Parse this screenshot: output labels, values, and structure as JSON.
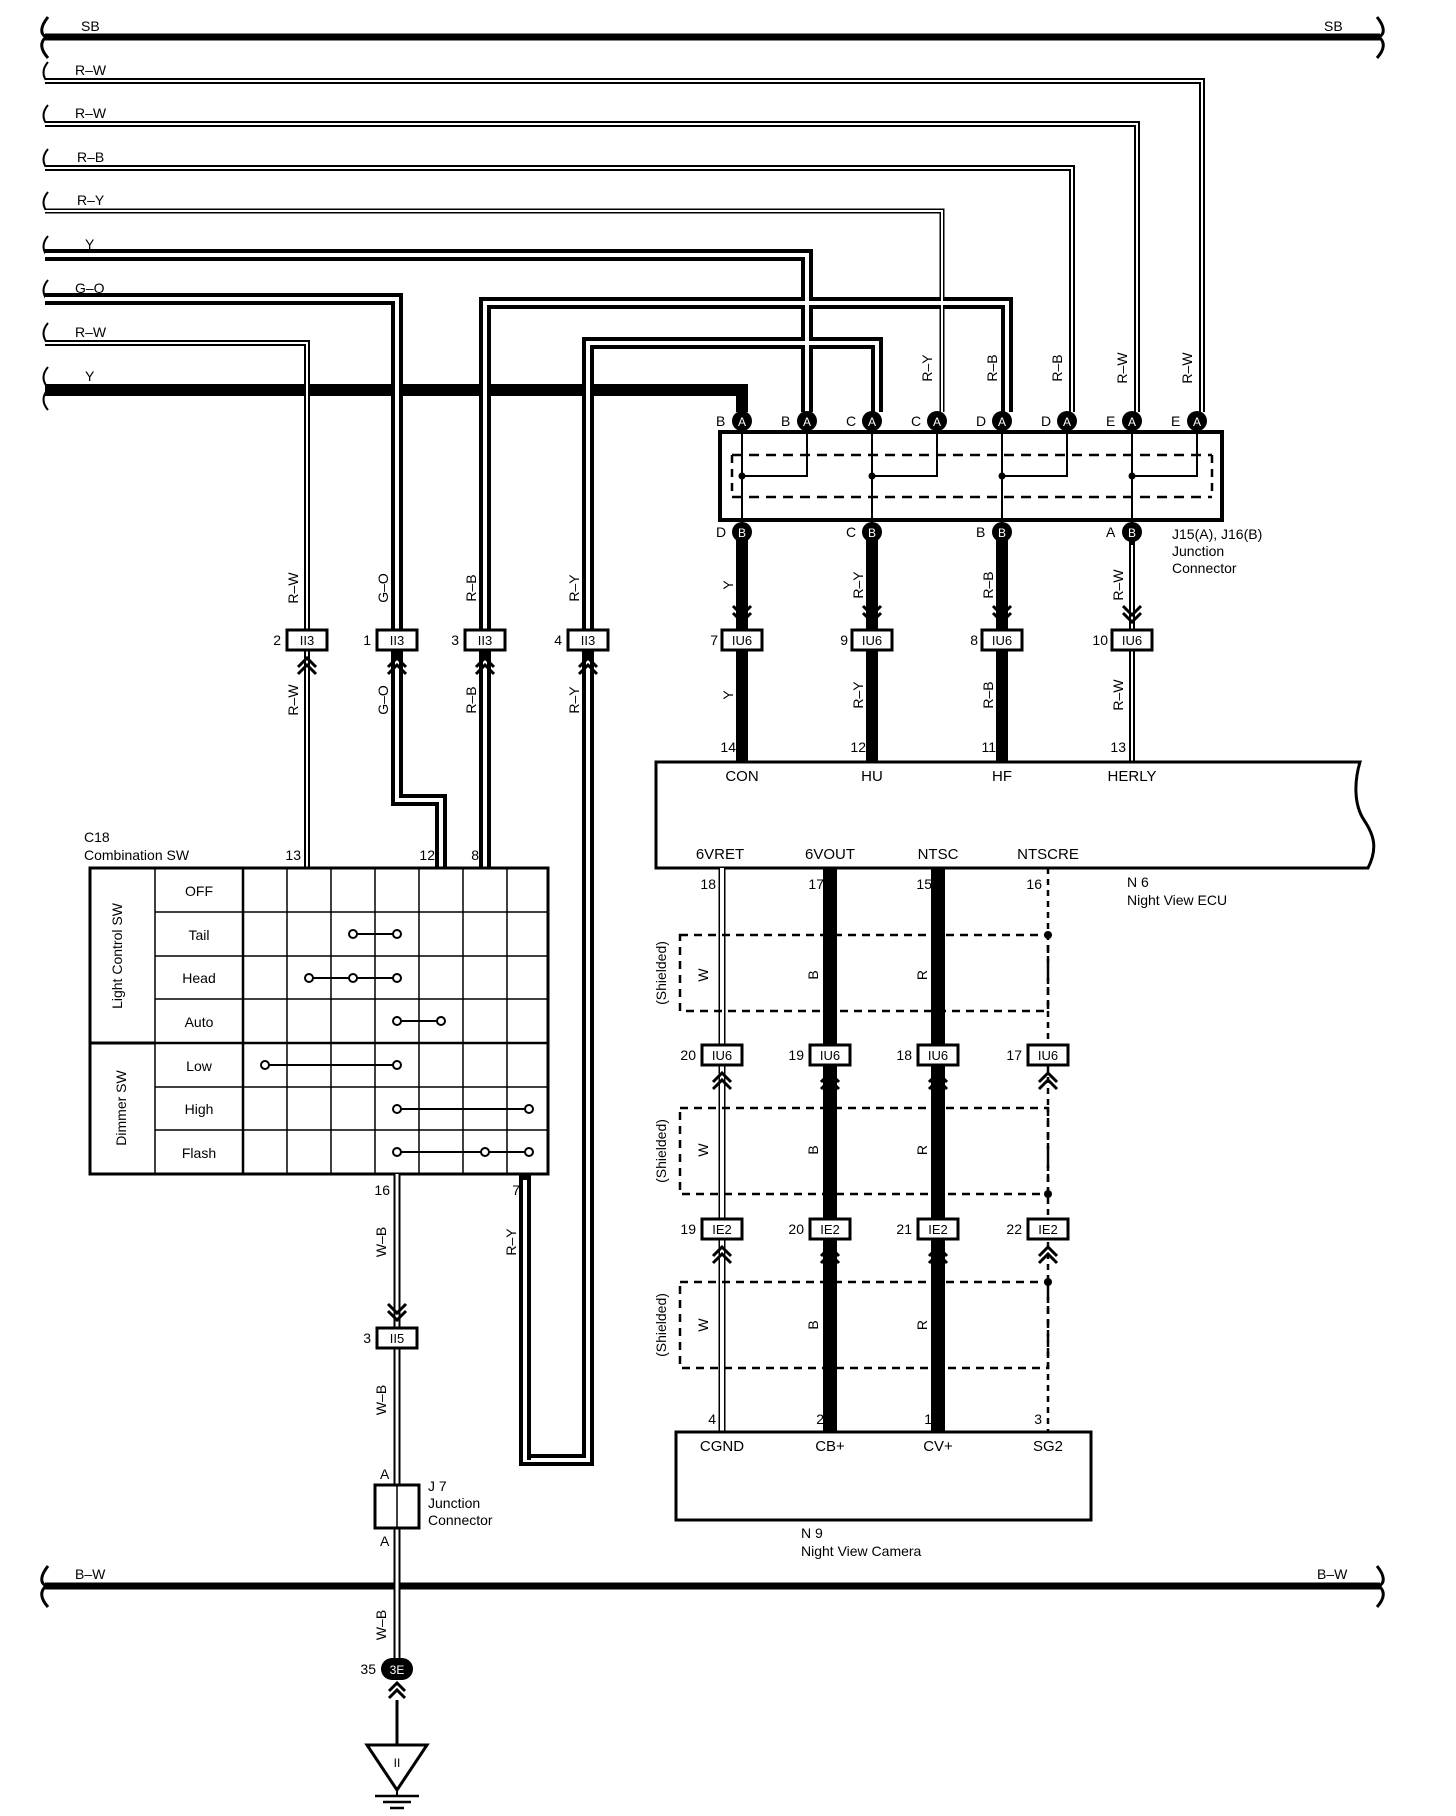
{
  "bus_labels": {
    "sb_left": "SB",
    "sb_right": "SB",
    "bw_left": "B–W",
    "bw_right": "B–W"
  },
  "left_wire_labels": [
    "R–W",
    "R–W",
    "R–B",
    "R–Y",
    "Y",
    "G–O",
    "R–W",
    "Y"
  ],
  "junction_connector": {
    "label_line1": "J15(A), J16(B)",
    "label_line2": "Junction",
    "label_line3": "Connector",
    "top_pins": [
      "B",
      "B",
      "C",
      "C",
      "D",
      "D",
      "E",
      "E"
    ],
    "top_connector": "A",
    "top_wire_labels": [
      "R–Y",
      "R–B",
      "R–B",
      "R–W",
      "R–W"
    ],
    "bottom_pins": [
      "D",
      "C",
      "B",
      "A"
    ],
    "bottom_connector": "B"
  },
  "ii3_connectors": {
    "name": "II3",
    "pins": [
      "2",
      "1",
      "3",
      "4"
    ],
    "upper_labels": [
      "R–W",
      "G–O",
      "R–B",
      "R–Y"
    ],
    "lower_labels": [
      "R–W",
      "G–O",
      "R–B",
      "R–Y"
    ]
  },
  "iu6_upper": {
    "name": "IU6",
    "pins": [
      "7",
      "9",
      "8",
      "10"
    ],
    "upper_labels": [
      "Y",
      "R–Y",
      "R–B",
      "R–W"
    ],
    "lower_labels": [
      "Y",
      "R–Y",
      "R–B",
      "R–W"
    ]
  },
  "ecu": {
    "id": "N 6",
    "name": "Night View ECU",
    "top_pins": [
      "14",
      "12",
      "11",
      "13"
    ],
    "top_terminals": [
      "CON",
      "HU",
      "HF",
      "HERLY"
    ],
    "bottom_terminals": [
      "6VRET",
      "6VOUT",
      "NTSC",
      "NTSCRE"
    ],
    "bottom_pins": [
      "18",
      "17",
      "15",
      "16"
    ]
  },
  "shield": {
    "label": "(Shielded)",
    "wire_labels": [
      "W",
      "B",
      "R"
    ]
  },
  "iu6_lower": {
    "name": "IU6",
    "pins": [
      "20",
      "19",
      "18",
      "17"
    ]
  },
  "ie2": {
    "name": "IE2",
    "pins": [
      "19",
      "20",
      "21",
      "22"
    ]
  },
  "camera": {
    "id": "N 9",
    "name": "Night View Camera",
    "pins": [
      "4",
      "2",
      "1",
      "3"
    ],
    "terminals": [
      "CGND",
      "CB+",
      "CV+",
      "SG2"
    ]
  },
  "combination_switch": {
    "id": "C18",
    "name": "Combination SW",
    "top_pins": [
      "13",
      "12",
      "8"
    ],
    "bottom_pins": [
      "16",
      "7"
    ],
    "bottom_wire_labels": [
      "W–B",
      "R–Y"
    ],
    "group_light": "Light Control SW",
    "group_dimmer": "Dimmer SW",
    "rows": [
      "OFF",
      "Tail",
      "Head",
      "Auto",
      "Low",
      "High",
      "Flash"
    ]
  },
  "ii5": {
    "name": "II5",
    "pin": "3",
    "wire_label_upper": "W–B",
    "wire_label_lower": "W–B"
  },
  "j7": {
    "id": "J 7",
    "name_line1": "Junction",
    "name_line2": "Connector",
    "pin_top": "A",
    "pin_bottom": "A",
    "wire_label": "W–B"
  },
  "ground_connector": {
    "pin": "35",
    "name": "3E"
  },
  "ground_point": {
    "name": "II"
  }
}
